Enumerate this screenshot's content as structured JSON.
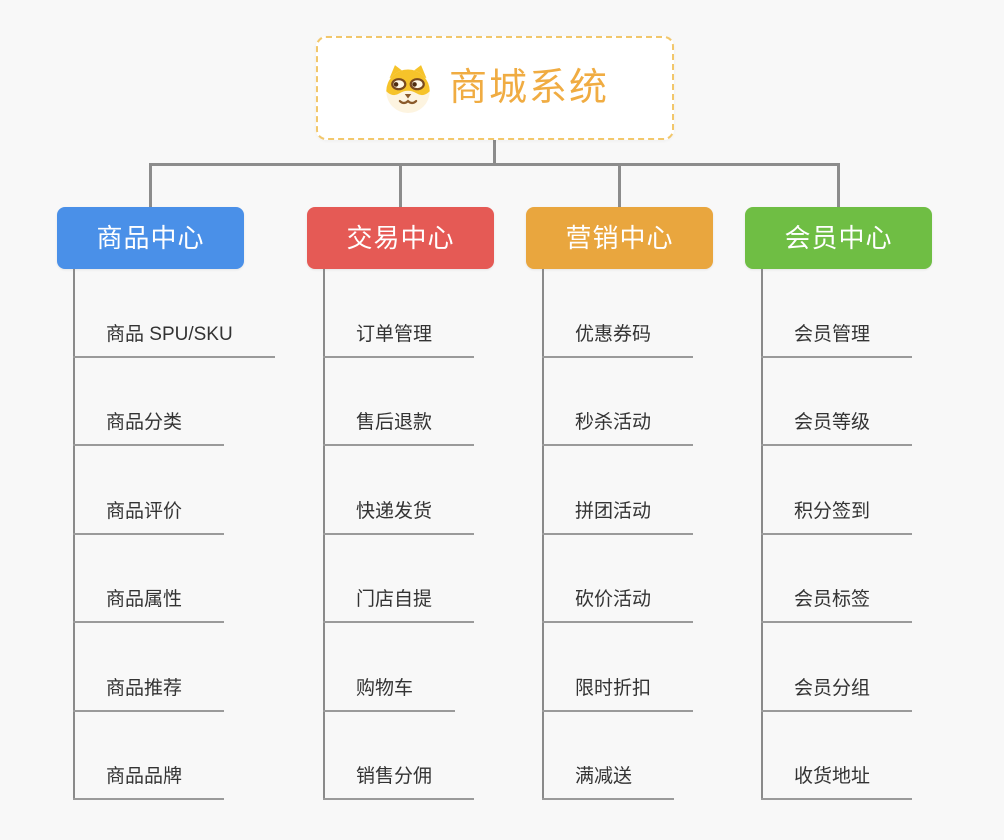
{
  "root": {
    "title": "商城系统",
    "icon": "dog-face-icon"
  },
  "branches": [
    {
      "label": "商品中心",
      "color": "#4A90E8",
      "items": [
        "商品 SPU/SKU",
        "商品分类",
        "商品评价",
        "商品属性",
        "商品推荐",
        "商品品牌"
      ]
    },
    {
      "label": "交易中心",
      "color": "#E55A55",
      "items": [
        "订单管理",
        "售后退款",
        "快递发货",
        "门店自提",
        "购物车",
        "销售分佣"
      ]
    },
    {
      "label": "营销中心",
      "color": "#E9A63E",
      "items": [
        "优惠券码",
        "秒杀活动",
        "拼团活动",
        "砍价活动",
        "限时折扣",
        "满减送"
      ]
    },
    {
      "label": "会员中心",
      "color": "#6FBE44",
      "items": [
        "会员管理",
        "会员等级",
        "积分签到",
        "会员标签",
        "会员分组",
        "收货地址"
      ]
    }
  ],
  "colors": {
    "background": "#F8F8F8",
    "connector": "#8C8C8C",
    "leaf_underline": "#9A9A9A",
    "leaf_text": "#333333",
    "root_border": "#F2C76B",
    "root_text": "#F0AC42"
  }
}
